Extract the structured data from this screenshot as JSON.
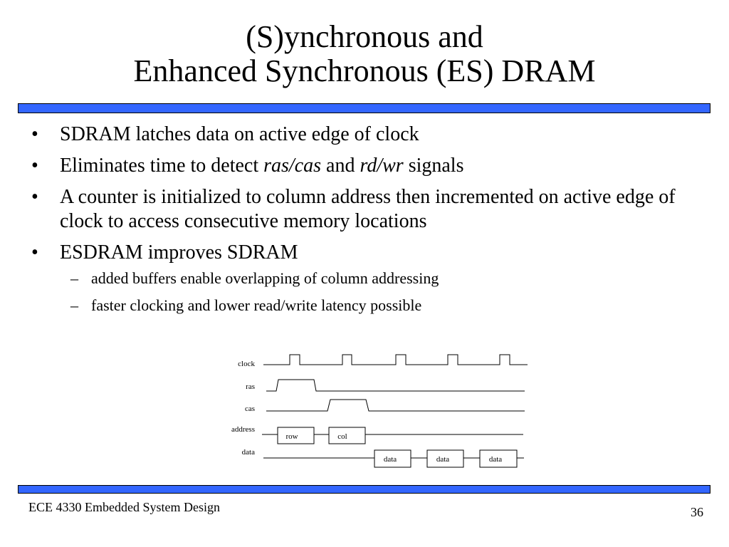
{
  "slide": {
    "title_line1": "(S)ynchronous and",
    "title_line2": "Enhanced Synchronous (ES) DRAM",
    "bullets": {
      "b1": "SDRAM latches data on active edge of clock",
      "b2_pre": "Eliminates time to detect ",
      "b2_em1": "ras/cas",
      "b2_mid": " and ",
      "b2_em2": "rd/wr",
      "b2_post": " signals",
      "b3": "A counter is initialized to column address then incremented on active edge of clock to access consecutive memory locations",
      "b4": "ESDRAM improves SDRAM",
      "sub1": "added buffers enable overlapping of column addressing",
      "sub2": "faster clocking and lower read/write latency possible"
    },
    "bullet_glyph": "•",
    "dash_glyph": "–",
    "footer": {
      "course": "ECE 4330 Embedded System Design",
      "page": "36"
    }
  },
  "diagram": {
    "signals": [
      "clock",
      "ras",
      "cas",
      "address",
      "data"
    ],
    "address_boxes": [
      "row",
      "col"
    ],
    "data_boxes": [
      "data",
      "data",
      "data"
    ]
  },
  "colors": {
    "rule": "#3366ff"
  }
}
